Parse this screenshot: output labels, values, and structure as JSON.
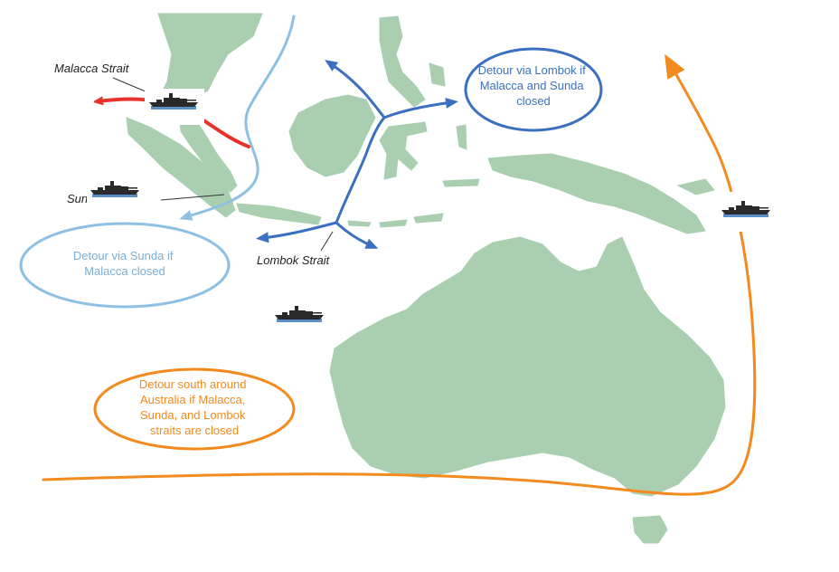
{
  "labels": {
    "malacca": "Malacca Strait",
    "sunda": "Sun",
    "lombok": "Lombok Strait"
  },
  "notes": {
    "sunda_detour": [
      "Detour via Sunda if",
      "Malacca closed"
    ],
    "lombok_detour": [
      "Detour via Lombok if",
      "Malacca and Sunda",
      "closed"
    ],
    "south_detour": [
      "Detour south around",
      "Australia if Malacca,",
      "Sunda, and Lombok",
      "straits are closed"
    ]
  },
  "colors": {
    "land": "#a9cfb0",
    "malacca_route": "#e8332b",
    "sunda_route": "#8ec0e3",
    "lombok_route": "#3a70bf",
    "south_route": "#f28a1e",
    "ship": "#2a2a2a"
  },
  "icons": [
    "ship-icon"
  ]
}
